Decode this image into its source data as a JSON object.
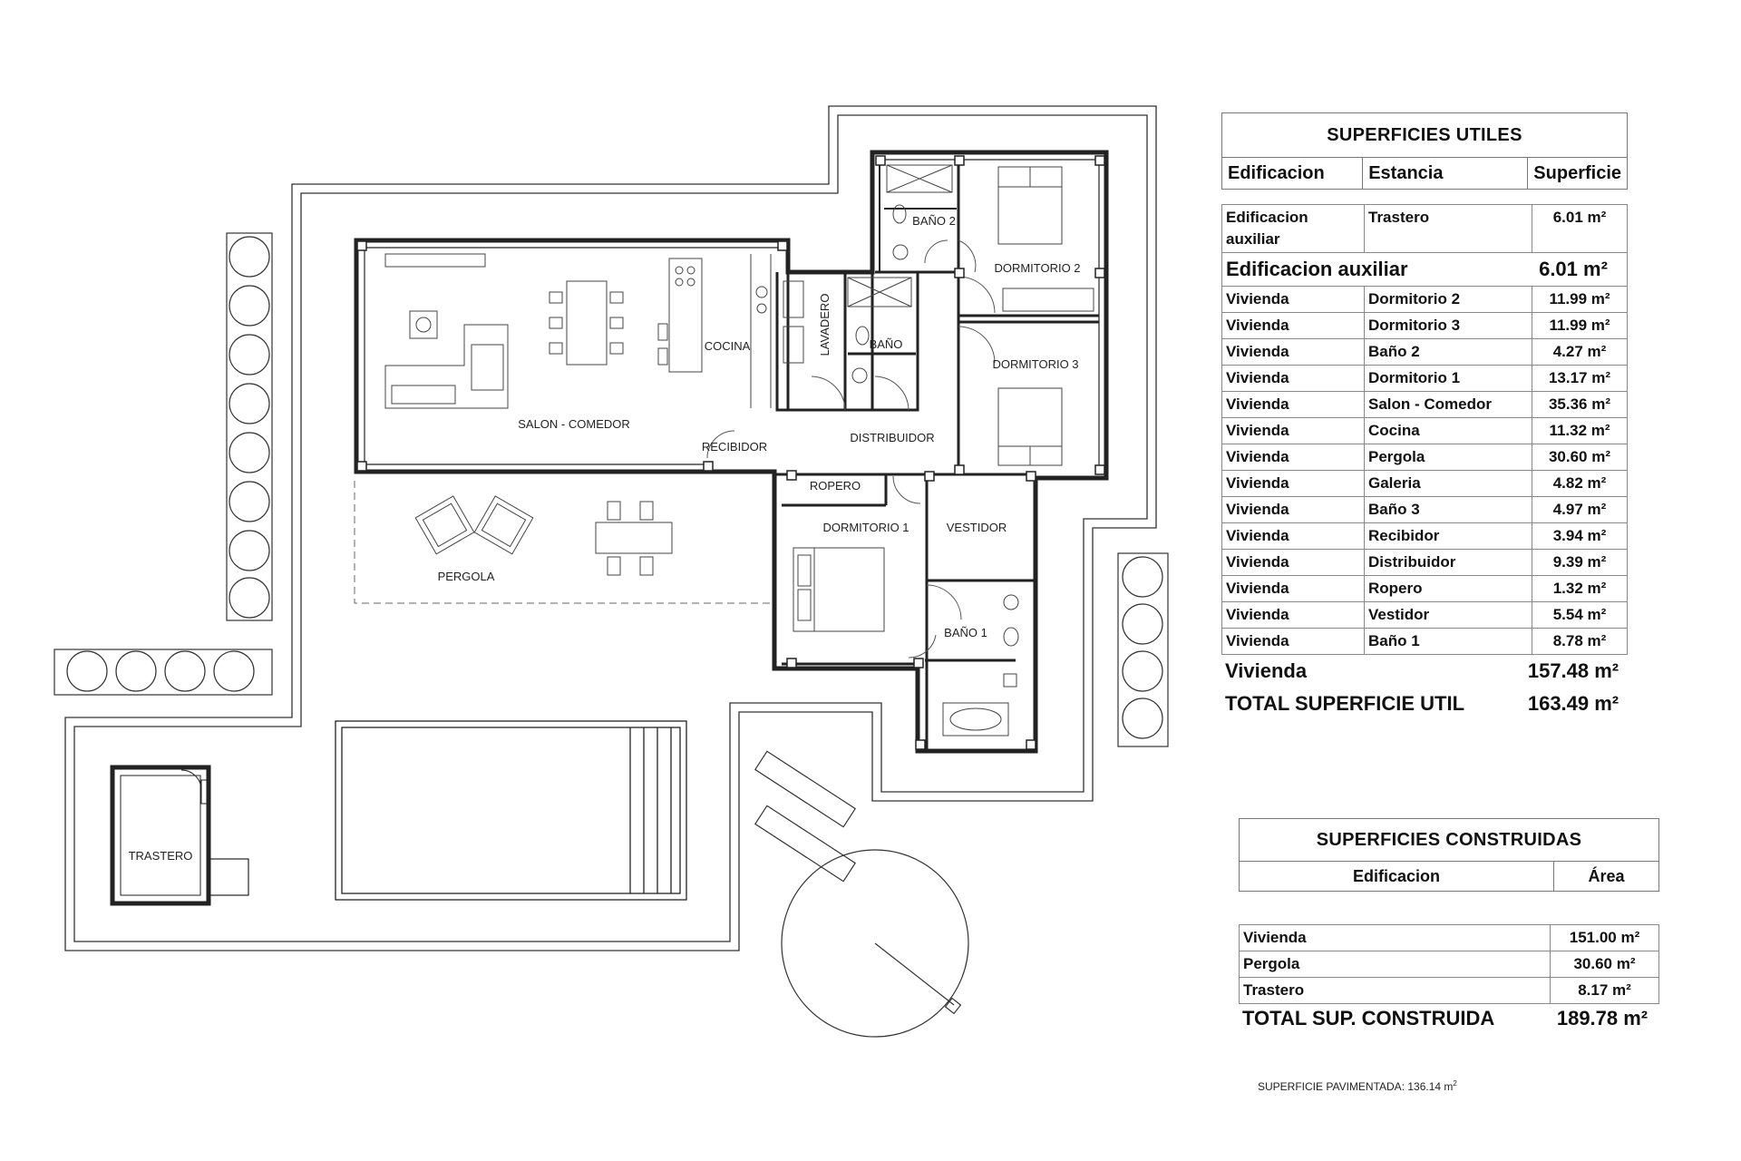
{
  "rooms": {
    "bano2": "BAÑO 2",
    "dormitorio2": "DORMITORIO 2",
    "dormitorio3": "DORMITORIO 3",
    "lavadero": "LAVADERO",
    "bano": "BAÑO",
    "cocina": "COCINA",
    "salon": "SALON - COMEDOR",
    "recibidor": "RECIBIDOR",
    "distribuidor": "DISTRIBUIDOR",
    "ropero": "ROPERO",
    "dormitorio1": "DORMITORIO 1",
    "vestidor": "VESTIDOR",
    "pergola": "PERGOLA",
    "bano1": "BAÑO 1",
    "trastero": "TRASTERO"
  },
  "utiles": {
    "title": "SUPERFICIES UTILES",
    "headers": [
      "Edificacion",
      "Estancia",
      "Superficie"
    ],
    "aux_row": {
      "edificacion": "Edificacion auxiliar",
      "estancia": "Trastero",
      "superficie": "6.01 m²"
    },
    "aux_total": {
      "label": "Edificacion auxiliar",
      "value": "6.01 m²"
    },
    "rows": [
      {
        "edificacion": "Vivienda",
        "estancia": "Dormitorio 2",
        "superficie": "11.99 m²"
      },
      {
        "edificacion": "Vivienda",
        "estancia": "Dormitorio 3",
        "superficie": "11.99 m²"
      },
      {
        "edificacion": "Vivienda",
        "estancia": "Baño 2",
        "superficie": "4.27 m²"
      },
      {
        "edificacion": "Vivienda",
        "estancia": "Dormitorio 1",
        "superficie": "13.17 m²"
      },
      {
        "edificacion": "Vivienda",
        "estancia": "Salon  - Comedor",
        "superficie": "35.36 m²"
      },
      {
        "edificacion": "Vivienda",
        "estancia": "Cocina",
        "superficie": "11.32 m²"
      },
      {
        "edificacion": "Vivienda",
        "estancia": "Pergola",
        "superficie": "30.60 m²"
      },
      {
        "edificacion": "Vivienda",
        "estancia": "Galeria",
        "superficie": "4.82 m²"
      },
      {
        "edificacion": "Vivienda",
        "estancia": "Baño 3",
        "superficie": "4.97 m²"
      },
      {
        "edificacion": "Vivienda",
        "estancia": "Recibidor",
        "superficie": "3.94 m²"
      },
      {
        "edificacion": "Vivienda",
        "estancia": "Distribuidor",
        "superficie": "9.39 m²"
      },
      {
        "edificacion": "Vivienda",
        "estancia": "Ropero",
        "superficie": "1.32 m²"
      },
      {
        "edificacion": "Vivienda",
        "estancia": "Vestidor",
        "superficie": "5.54 m²"
      },
      {
        "edificacion": "Vivienda",
        "estancia": "Baño 1",
        "superficie": "8.78 m²"
      }
    ],
    "vivienda_total": {
      "label": "Vivienda",
      "value": "157.48 m²"
    },
    "grand_total": {
      "label": "TOTAL SUPERFICIE UTIL",
      "value": "163.49 m²"
    }
  },
  "construidas": {
    "title": "SUPERFICIES CONSTRUIDAS",
    "headers": [
      "Edificacion",
      "Área"
    ],
    "rows": [
      {
        "edificacion": "Vivienda",
        "area": "151.00 m²"
      },
      {
        "edificacion": "Pergola",
        "area": "30.60 m²"
      },
      {
        "edificacion": "Trastero",
        "area": "8.17 m²"
      }
    ],
    "total": {
      "label": "TOTAL SUP. CONSTRUIDA",
      "value": "189.78 m²"
    }
  },
  "footnote": {
    "text": "SUPERFICIE PAVIMENTADA: 136.14 m",
    "sup": "2"
  }
}
